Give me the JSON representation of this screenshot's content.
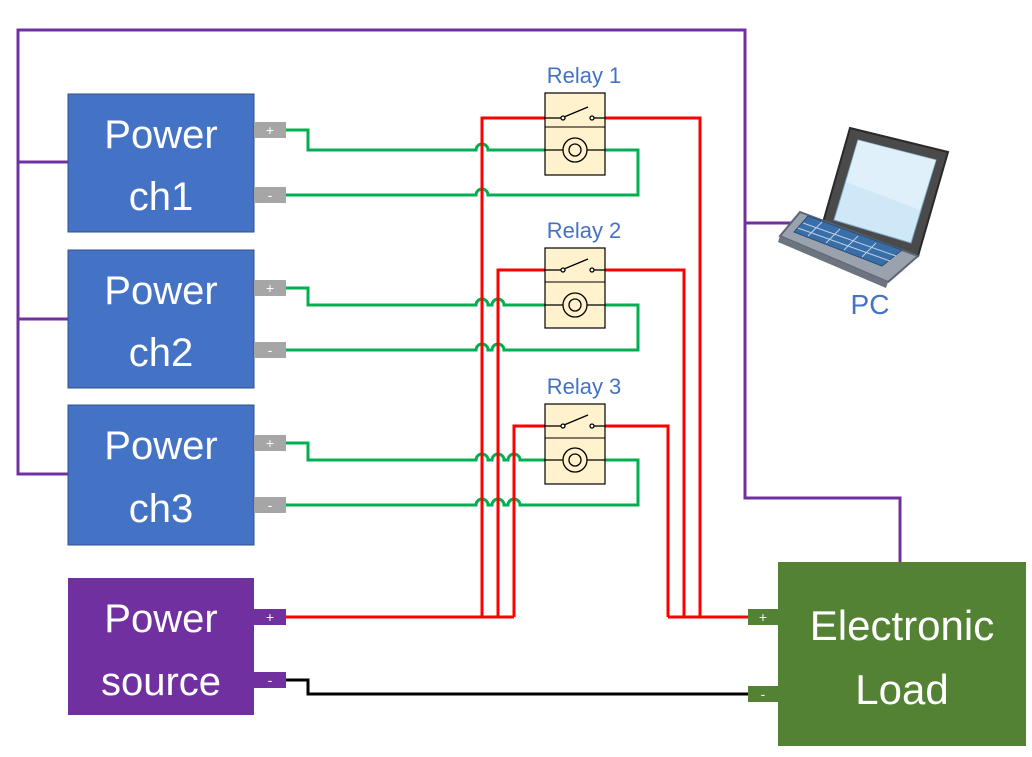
{
  "power_channels": [
    {
      "line1": "Power",
      "line2": "ch1",
      "plus": "+",
      "minus": "-"
    },
    {
      "line1": "Power",
      "line2": "ch2",
      "plus": "+",
      "minus": "-"
    },
    {
      "line1": "Power",
      "line2": "ch3",
      "plus": "+",
      "minus": "-"
    }
  ],
  "power_source": {
    "line1": "Power",
    "line2": "source",
    "plus": "+",
    "minus": "-"
  },
  "electronic_load": {
    "line1": "Electronic",
    "line2": "Load",
    "plus": "+",
    "minus": "-"
  },
  "relays": [
    {
      "label": "Relay 1"
    },
    {
      "label": "Relay 2"
    },
    {
      "label": "Relay 3"
    }
  ],
  "pc": {
    "label": "PC",
    "icon": "laptop-icon"
  },
  "colors": {
    "channel_box": "#4472c4",
    "power_source_box": "#7030a0",
    "load_box": "#548235",
    "terminal_gray": "#a6a6a6",
    "wire_red": "#ff0000",
    "wire_green": "#00b050",
    "wire_purple": "#7030a0",
    "wire_black": "#000000",
    "relay_fill": "#fff2cc",
    "label_blue": "#4472c4"
  }
}
